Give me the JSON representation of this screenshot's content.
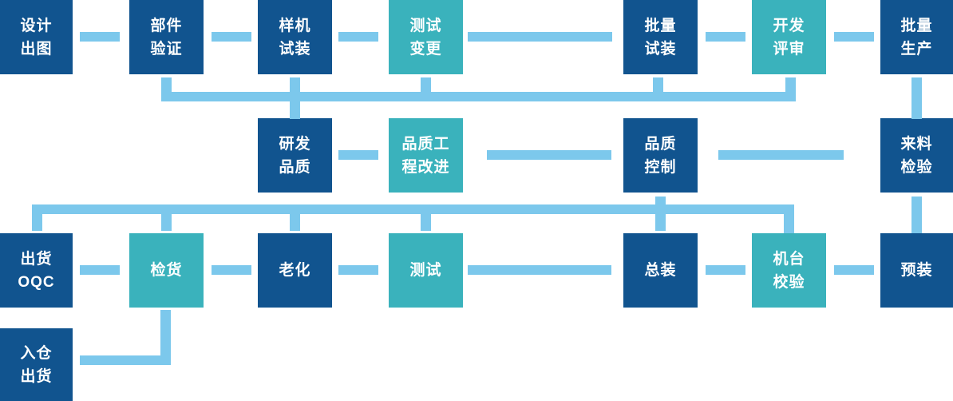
{
  "palette": {
    "dark": "#11548F",
    "teal": "#3AB2BC",
    "connector": "#7CC8EC",
    "node-text": "#FFFFFF",
    "background": "#FFFFFF"
  },
  "nodes": [
    {
      "id": "design-drawing",
      "lines": [
        "设计",
        "出图"
      ],
      "color": "dark"
    },
    {
      "id": "component-verification",
      "lines": [
        "部件",
        "验证"
      ],
      "color": "dark"
    },
    {
      "id": "prototype-trial-assembly",
      "lines": [
        "样机",
        "试装"
      ],
      "color": "dark"
    },
    {
      "id": "test-change",
      "lines": [
        "测试",
        "变更"
      ],
      "color": "teal"
    },
    {
      "id": "batch-trial-assembly",
      "lines": [
        "批量",
        "试装"
      ],
      "color": "dark"
    },
    {
      "id": "development-review",
      "lines": [
        "开发",
        "评审"
      ],
      "color": "teal"
    },
    {
      "id": "mass-production",
      "lines": [
        "批量",
        "生产"
      ],
      "color": "dark"
    },
    {
      "id": "rd-quality",
      "lines": [
        "研发",
        "品质"
      ],
      "color": "dark"
    },
    {
      "id": "quality-engineering-improvement",
      "lines": [
        "品质工",
        "程改进"
      ],
      "color": "teal"
    },
    {
      "id": "quality-control",
      "lines": [
        "品质",
        "控制"
      ],
      "color": "dark"
    },
    {
      "id": "incoming-material-inspection",
      "lines": [
        "来料",
        "检验"
      ],
      "color": "dark"
    },
    {
      "id": "shipment-oqc",
      "lines": [
        "出货",
        "OQC"
      ],
      "color": "dark"
    },
    {
      "id": "goods-inspection",
      "lines": [
        "检货"
      ],
      "color": "teal"
    },
    {
      "id": "aging",
      "lines": [
        "老化"
      ],
      "color": "dark"
    },
    {
      "id": "testing",
      "lines": [
        "测试"
      ],
      "color": "teal"
    },
    {
      "id": "final-assembly",
      "lines": [
        "总装"
      ],
      "color": "dark"
    },
    {
      "id": "machine-calibration",
      "lines": [
        "机台",
        "校验"
      ],
      "color": "teal"
    },
    {
      "id": "pre-assembly",
      "lines": [
        "预装"
      ],
      "color": "dark"
    },
    {
      "id": "warehouse-shipping",
      "lines": [
        "入仓",
        "出货"
      ],
      "color": "dark"
    }
  ],
  "edges": [
    {
      "from": "design-drawing",
      "to": "component-verification"
    },
    {
      "from": "component-verification",
      "to": "prototype-trial-assembly"
    },
    {
      "from": "prototype-trial-assembly",
      "to": "test-change"
    },
    {
      "from": "test-change",
      "to": "batch-trial-assembly"
    },
    {
      "from": "batch-trial-assembly",
      "to": "development-review"
    },
    {
      "from": "development-review",
      "to": "mass-production"
    },
    {
      "from": "component-verification",
      "to": "rd-quality",
      "via": "bus-row1"
    },
    {
      "from": "prototype-trial-assembly",
      "to": "rd-quality",
      "via": "bus-row1"
    },
    {
      "from": "test-change",
      "to": "rd-quality",
      "via": "bus-row1"
    },
    {
      "from": "batch-trial-assembly",
      "to": "rd-quality",
      "via": "bus-row1"
    },
    {
      "from": "development-review",
      "to": "rd-quality",
      "via": "bus-row1"
    },
    {
      "from": "rd-quality",
      "to": "quality-engineering-improvement"
    },
    {
      "from": "quality-engineering-improvement",
      "to": "quality-control"
    },
    {
      "from": "quality-control",
      "to": "incoming-material-inspection"
    },
    {
      "from": "mass-production",
      "to": "incoming-material-inspection"
    },
    {
      "from": "incoming-material-inspection",
      "to": "pre-assembly"
    },
    {
      "from": "quality-control",
      "to": "shipment-oqc",
      "via": "bus-row3"
    },
    {
      "from": "quality-control",
      "to": "goods-inspection",
      "via": "bus-row3"
    },
    {
      "from": "quality-control",
      "to": "aging",
      "via": "bus-row3"
    },
    {
      "from": "quality-control",
      "to": "testing",
      "via": "bus-row3"
    },
    {
      "from": "quality-control",
      "to": "final-assembly",
      "via": "bus-row3"
    },
    {
      "from": "quality-control",
      "to": "machine-calibration",
      "via": "bus-row3"
    },
    {
      "from": "pre-assembly",
      "to": "machine-calibration"
    },
    {
      "from": "machine-calibration",
      "to": "final-assembly"
    },
    {
      "from": "final-assembly",
      "to": "testing"
    },
    {
      "from": "testing",
      "to": "aging"
    },
    {
      "from": "aging",
      "to": "goods-inspection"
    },
    {
      "from": "goods-inspection",
      "to": "shipment-oqc"
    },
    {
      "from": "goods-inspection",
      "to": "warehouse-shipping"
    }
  ]
}
